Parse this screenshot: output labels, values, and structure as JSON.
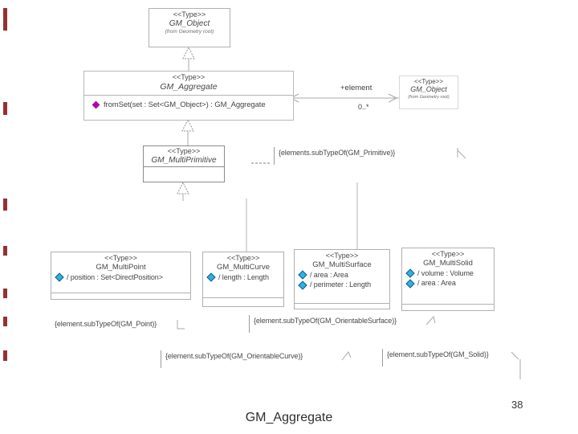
{
  "slide": {
    "title": "GM_Aggregate",
    "page_number": "38"
  },
  "diagram": {
    "classes": {
      "gm_object_top": {
        "stereotype": "<<Type>>",
        "name": "GM_Object",
        "package": "(from Geometry root)"
      },
      "gm_aggregate": {
        "stereotype": "<<Type>>",
        "name": "GM_Aggregate",
        "operations": [
          "fromSet(set : Set<GM_Object>) : GM_Aggregate"
        ]
      },
      "gm_object_right": {
        "stereotype": "<<Type>>",
        "name": "GM_Object",
        "package": "(from Geometry root)"
      },
      "gm_multiprimitive": {
        "stereotype": "<<Type>>",
        "name": "GM_MultiPrimitive"
      },
      "gm_multipoint": {
        "stereotype": "<<Type>>",
        "name": "GM_MultiPoint",
        "attributes": [
          "/ position : Set<DirectPosition>"
        ]
      },
      "gm_multicurve": {
        "stereotype": "<<Type>>",
        "name": "GM_MultiCurve",
        "attributes": [
          "/ length : Length"
        ]
      },
      "gm_multisurface": {
        "stereotype": "<<Type>>",
        "name": "GM_MultiSurface",
        "attributes": [
          "/ area : Area",
          "/ perimeter : Length"
        ]
      },
      "gm_multisolid": {
        "stereotype": "<<Type>>",
        "name": "GM_MultiSolid",
        "attributes": [
          "/ volume : Volume",
          "/ area : Area"
        ]
      }
    },
    "association": {
      "role_label": "+element",
      "multiplicity": "0..*"
    },
    "constraints": {
      "primitive": "{elements.subTypeOf(GM_Primitive)}",
      "point": "{element.subTypeOf(GM_Point)}",
      "orientable_surface": "{element.subTypeOf(GM_OrientableSurface)}",
      "orientable_curve": "{element.subTypeOf(GM_OrientableCurve)}",
      "solid": "{element.subTypeOf(GM_Solid)}"
    },
    "icons": {
      "operation_icon": "magenta-diamond",
      "attribute_icon": "cyan-diamond"
    },
    "colors": {
      "operation_icon": "#b000b0",
      "attribute_icon": "#2fb2dd",
      "attribute_icon_border": "#155a91",
      "connector_line": "#a8a8a8",
      "change_bar": "#953131",
      "text": "#434343"
    }
  }
}
